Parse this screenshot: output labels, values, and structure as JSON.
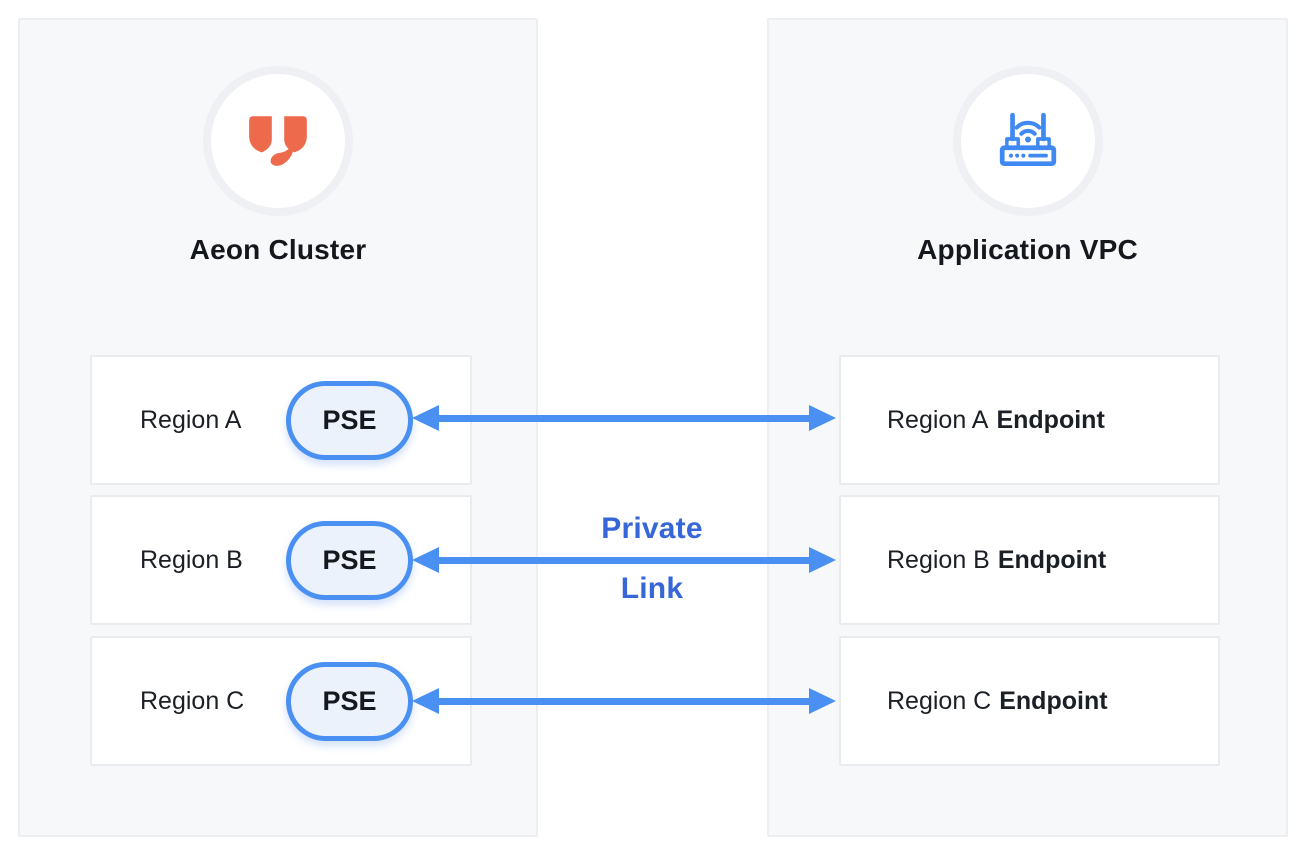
{
  "left_panel": {
    "title": "Aeon Cluster",
    "icon": "aeon-logo-icon",
    "rows": [
      {
        "region": "Region A",
        "badge": "PSE"
      },
      {
        "region": "Region B",
        "badge": "PSE"
      },
      {
        "region": "Region C",
        "badge": "PSE"
      }
    ]
  },
  "right_panel": {
    "title": "Application VPC",
    "icon": "router-icon",
    "rows": [
      {
        "region": "Region A",
        "suffix": "Endpoint"
      },
      {
        "region": "Region B",
        "suffix": "Endpoint"
      },
      {
        "region": "Region C",
        "suffix": "Endpoint"
      }
    ]
  },
  "connector": {
    "label_line1": "Private",
    "label_line2": "Link"
  },
  "colors": {
    "arrow_blue": "#4a90f2",
    "link_label_blue": "#3766d8",
    "logo_orange": "#ee6a4d",
    "router_blue": "#4189f2",
    "panel_bg": "#f7f8fa",
    "panel_border": "#eceef2",
    "row_border": "#e9ebef",
    "pill_fill": "#ebf2fc",
    "text_dark": "#14171c"
  }
}
